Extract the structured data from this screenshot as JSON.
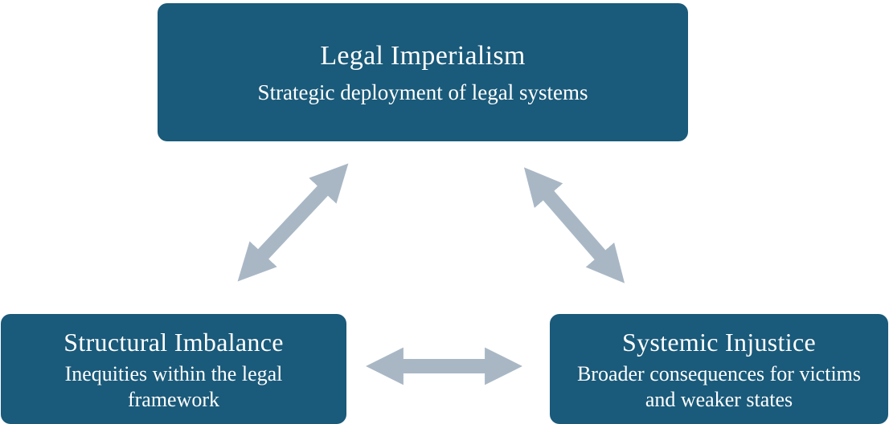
{
  "diagram": {
    "title": "Legal Imperialism cycle diagram",
    "colors": {
      "box_fill": "#1a5a7a",
      "box_text": "#ffffff",
      "arrow": "#a9b7c5",
      "background": "#ffffff"
    },
    "nodes": [
      {
        "id": "legal-imperialism",
        "title": "Legal Imperialism",
        "subtitle": "Strategic deployment of legal systems"
      },
      {
        "id": "structural-imbalance",
        "title": "Structural Imbalance",
        "subtitle": "Inequities within the legal framework"
      },
      {
        "id": "systemic-injustice",
        "title": "Systemic Injustice",
        "subtitle": "Broader consequences for victims and weaker states"
      }
    ],
    "connections": [
      {
        "from": "legal-imperialism",
        "to": "structural-imbalance",
        "type": "bidirectional"
      },
      {
        "from": "legal-imperialism",
        "to": "systemic-injustice",
        "type": "bidirectional"
      },
      {
        "from": "structural-imbalance",
        "to": "systemic-injustice",
        "type": "bidirectional"
      }
    ]
  }
}
